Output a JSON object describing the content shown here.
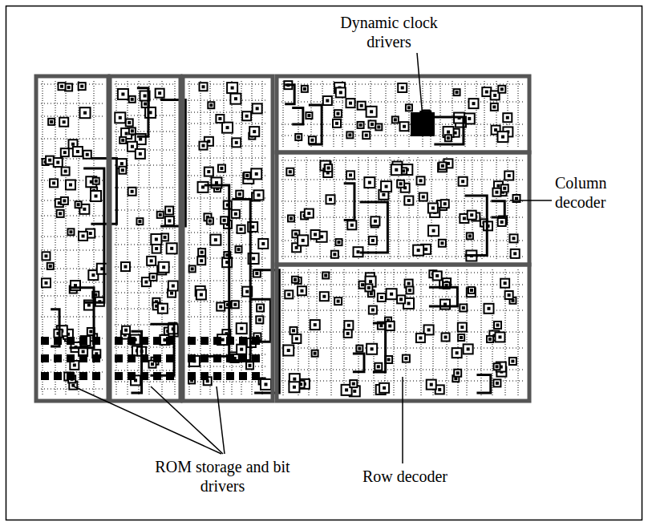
{
  "diagram": {
    "labels": [
      "Dynamic clock drivers",
      "Column decoder",
      "Row decoder",
      "ROM storage and bit drivers"
    ]
  }
}
